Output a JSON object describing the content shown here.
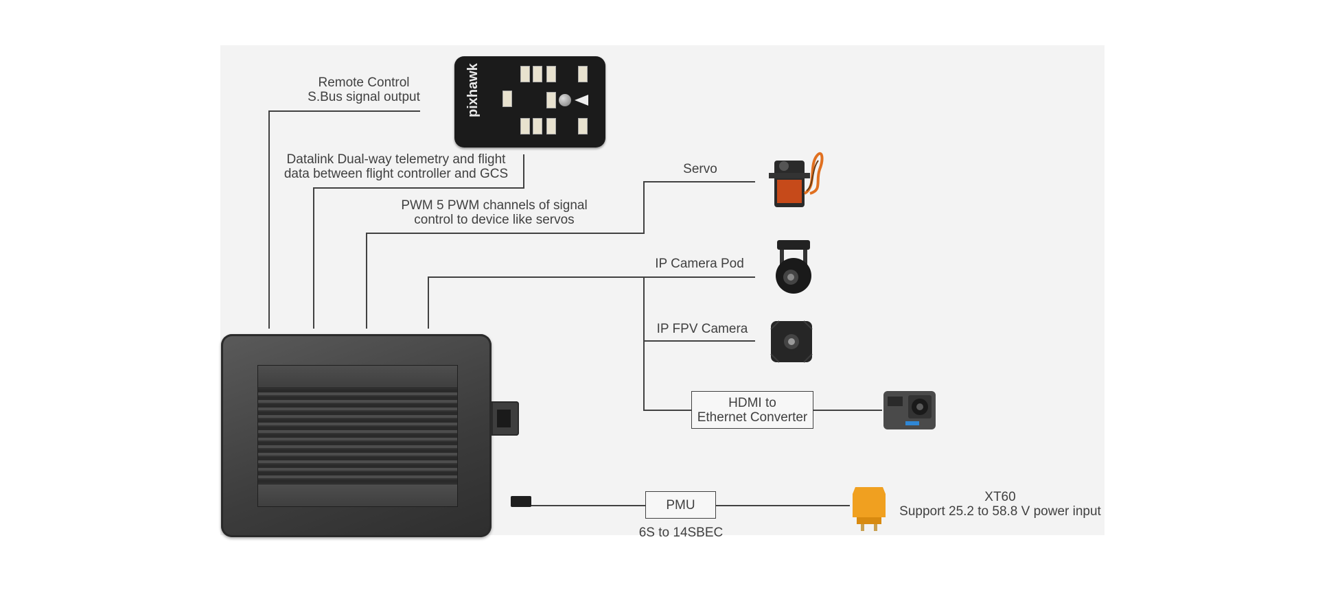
{
  "labels": {
    "remote_control": {
      "line1": "Remote Control",
      "line2": "S.Bus signal output"
    },
    "datalink": {
      "line1": "Datalink Dual-way telemetry and flight",
      "line2": "data between flight controller and GCS"
    },
    "pwm": {
      "line1": "PWM 5 PWM channels of signal",
      "line2": "control to device like servos"
    },
    "servo": "Servo",
    "ip_camera_pod": "IP Camera Pod",
    "ip_fpv_camera": "IP FPV Camera",
    "hdmi_converter": {
      "line1": "HDMI to",
      "line2": "Ethernet Converter"
    },
    "pmu": "PMU",
    "pmu_sub": "6S to 14SBEC",
    "xt60": {
      "line1": "XT60",
      "line2": "Support 25.2 to 58.8 V power input"
    }
  },
  "devices": {
    "flight_controller_brand": "pixhawk"
  },
  "colors": {
    "line": "#404040",
    "panel": "#f3f3f3",
    "servo_body": "#c64a1a",
    "xt60": "#f0a020"
  }
}
